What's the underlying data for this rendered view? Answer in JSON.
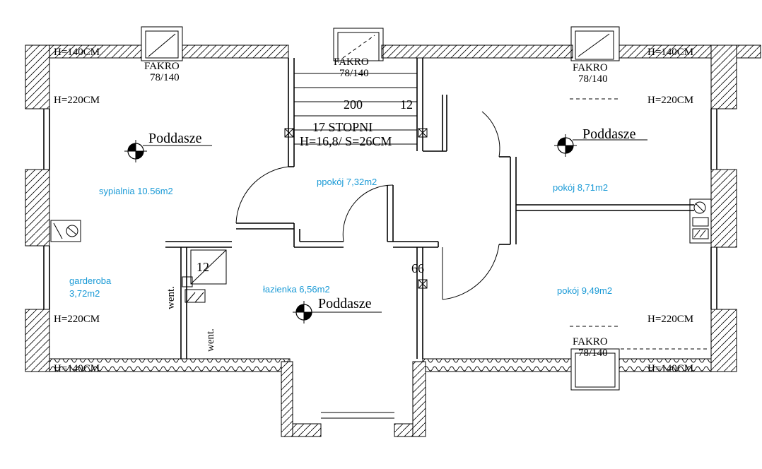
{
  "rooms": {
    "sypialnia": "sypialnia 10.56m2",
    "garderoba_1": "garderoba",
    "garderoba_2": "3,72m2",
    "ppokoj": "ppokój 7,32m2",
    "lazienka": "łazienka 6,56m2",
    "pokoj_871": "pokój 8,71m2",
    "pokoj_949": "pokój 9,49m2"
  },
  "level_labels": {
    "left": "Poddasze",
    "right": "Poddasze",
    "bottom": "Poddasze"
  },
  "window_labels": {
    "fakro": "FAKRO",
    "size": "78/140"
  },
  "heights": {
    "h140": "H=140CM",
    "h220": "H=220CM"
  },
  "stairs": {
    "steps": "17 STOPNI",
    "formula": "H=16,8/  S=26CM",
    "dim_200": "200",
    "dim_12": "12"
  },
  "dimensions": {
    "d12": "12",
    "d66": "66"
  },
  "vents": {
    "wentylacja": "went."
  },
  "colors": {
    "room_label": "#1a9ad6",
    "linework": "#000000"
  }
}
